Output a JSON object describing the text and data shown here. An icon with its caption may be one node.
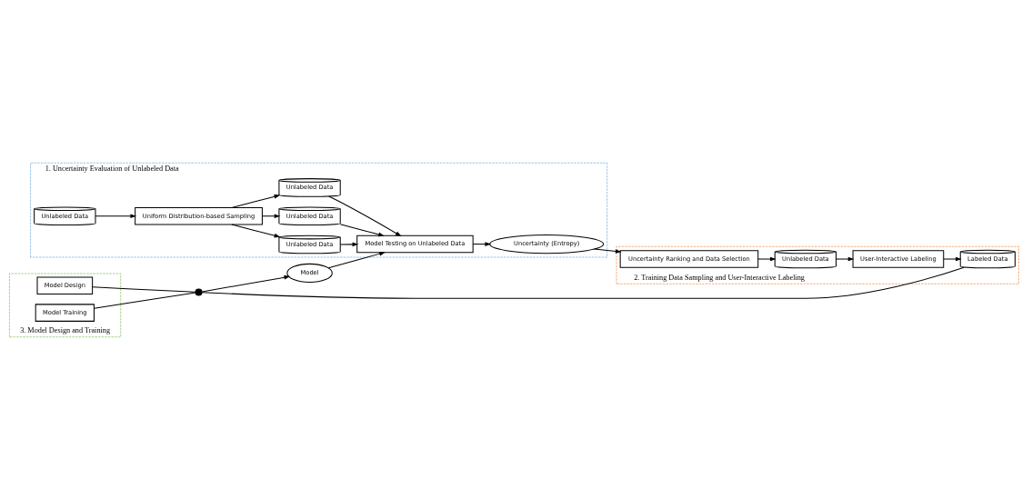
{
  "diagram": {
    "nodes": [
      {
        "text": [
          "1. Uncertainty Evaluation of Unlabeled Data"
        ]
      },
      {
        "text": [
          "Unlabeled Data"
        ],
        "in": 0
      },
      {
        "text": [
          "Uniform Distribution-based Sampling"
        ],
        "in": 0
      },
      {
        "text": [
          "Unlabeled Data"
        ],
        "in": 0
      },
      {
        "text": [
          "Unlabeled Data"
        ],
        "in": 0
      },
      {
        "text": [
          "Unlabeled Data"
        ],
        "in": 0
      },
      {
        "text": [
          "Model Testing on Unlabeled Data"
        ],
        "in": 0
      },
      {
        "text": [
          "Uncertainty (Entropy)"
        ],
        "in": 0
      },
      {
        "text": [
          "Model"
        ]
      },
      {
        "text": [
          "3. Model Design and Training"
        ]
      },
      {
        "text": [
          "Model Design"
        ],
        "in": 9
      },
      {
        "text": [
          "Model Training"
        ],
        "in": 9
      },
      {
        "text": [],
        "shape": "circle"
      },
      {
        "text": [
          "2. Training Data Sampling and User-Interactive Labeling"
        ]
      },
      {
        "text": [
          "Labeled Data"
        ],
        "in": 13
      },
      {
        "text": [
          "Uncertainty Ranking and Data Selection"
        ],
        "in": 13
      },
      {
        "text": [
          "Unlabeled Data"
        ],
        "in": 13
      },
      {
        "text": [
          "User-Interactive Labeling"
        ],
        "in": 13
      }
    ],
    "edges": [
      {
        "from": 1,
        "to": 2,
        "arrow": "to"
      },
      {
        "from": 2,
        "to": 3,
        "arrow": "to"
      },
      {
        "from": 2,
        "to": 4,
        "arrow": "to"
      },
      {
        "from": 2,
        "to": 5,
        "arrow": "to"
      },
      {
        "from": 3,
        "to": 6,
        "arrow": "to"
      },
      {
        "from": 4,
        "to": 6,
        "arrow": "to"
      },
      {
        "from": 5,
        "to": 6,
        "arrow": "to"
      },
      {
        "from": 6,
        "to": 7,
        "arrow": "to"
      },
      {
        "from": 8,
        "to": 6,
        "arrow": "to"
      },
      {
        "from": 7,
        "to": 15,
        "arrow": "to"
      },
      {
        "from": 15,
        "to": 16,
        "arrow": "to"
      },
      {
        "from": 16,
        "to": 17,
        "arrow": "to"
      },
      {
        "from": 17,
        "to": 14,
        "arrow": "to"
      },
      {
        "from": 10,
        "to": 12,
        "arrow": "none"
      },
      {
        "from": 11,
        "to": 12,
        "arrow": "none"
      },
      {
        "from": 14,
        "to": 12,
        "arrow": "none"
      },
      {
        "from": 12,
        "to": 8,
        "arrow": "to"
      }
    ]
  }
}
